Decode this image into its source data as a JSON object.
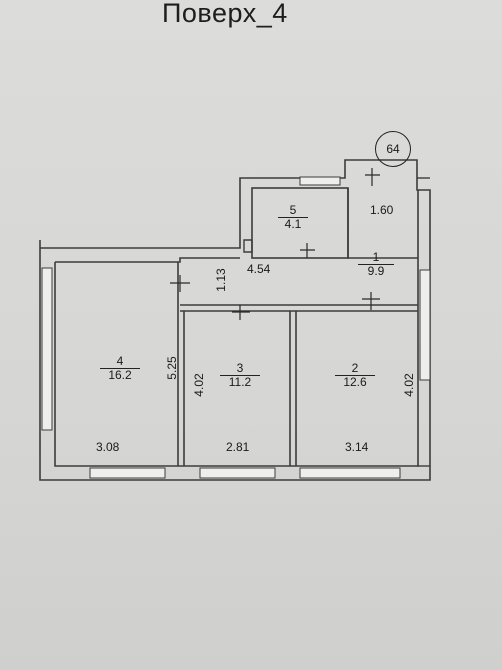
{
  "header": {
    "title": "Поверх_4"
  },
  "apartment_number": "64",
  "rooms": [
    {
      "number": "1",
      "area": "9.9"
    },
    {
      "number": "2",
      "area": "12.6"
    },
    {
      "number": "3",
      "area": "11.2"
    },
    {
      "number": "4",
      "area": "16.2"
    },
    {
      "number": "5",
      "area": "4.1"
    }
  ],
  "dimensions": {
    "room5_hall_width": "1.60",
    "hall_length": "4.54",
    "hall_depth": "1.13",
    "room4_depth": "5.25",
    "room3_depth": "4.02",
    "room2_depth": "4.02",
    "room4_width": "3.08",
    "room3_width": "2.81",
    "room2_width": "3.14"
  },
  "colors": {
    "wall": "#4a4a4a",
    "paper": "#dadad8",
    "ink": "#1a1a1a"
  }
}
